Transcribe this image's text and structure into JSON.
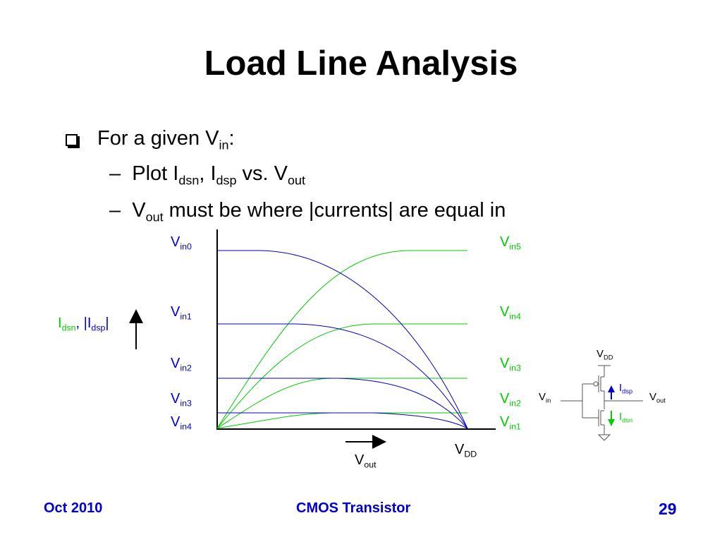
{
  "slide": {
    "title": "Load Line Analysis",
    "bullets": {
      "b1": {
        "pre": "For a given V",
        "sub": "in",
        "post": ":"
      },
      "b2": {
        "dash": "–",
        "t1": "Plot I",
        "s1": "dsn",
        "t2": ", I",
        "s2": "dsp",
        "t3": " vs. V",
        "s3": "out"
      },
      "b3": {
        "dash": "–",
        "t1": "V",
        "s1": "out",
        "t2": " must be where |currents| are equal in"
      }
    }
  },
  "plot": {
    "axis_y_label": {
      "t1": "I",
      "s1": "dsn",
      "t2": ", |I",
      "s2": "dsp",
      "t3": "|"
    },
    "axis_x_label": {
      "t": "V",
      "s": "out"
    },
    "vdd_label": {
      "t": "V",
      "s": "DD"
    },
    "left_labels": [
      {
        "t": "V",
        "s": "in0"
      },
      {
        "t": "V",
        "s": "in1"
      },
      {
        "t": "V",
        "s": "in2"
      },
      {
        "t": "V",
        "s": "in3"
      },
      {
        "t": "V",
        "s": "in4"
      }
    ],
    "right_labels": [
      {
        "t": "V",
        "s": "in5"
      },
      {
        "t": "V",
        "s": "in4"
      },
      {
        "t": "V",
        "s": "in3"
      },
      {
        "t": "V",
        "s": "in2"
      },
      {
        "t": "V",
        "s": "in1"
      }
    ],
    "colors": {
      "nmos": "#00cc00",
      "pmos": "#0000cc",
      "axis": "#000000"
    }
  },
  "circuit": {
    "vdd": {
      "t": "V",
      "s": "DD"
    },
    "vin": {
      "t": "V",
      "s": "in"
    },
    "vout": {
      "t": "V",
      "s": "out"
    },
    "idsp": {
      "t": "I",
      "s": "dsp"
    },
    "idsn": {
      "t": "I",
      "s": "dsn"
    }
  },
  "footer": {
    "left": "Oct 2010",
    "center": "CMOS Transistor",
    "page": "29"
  }
}
